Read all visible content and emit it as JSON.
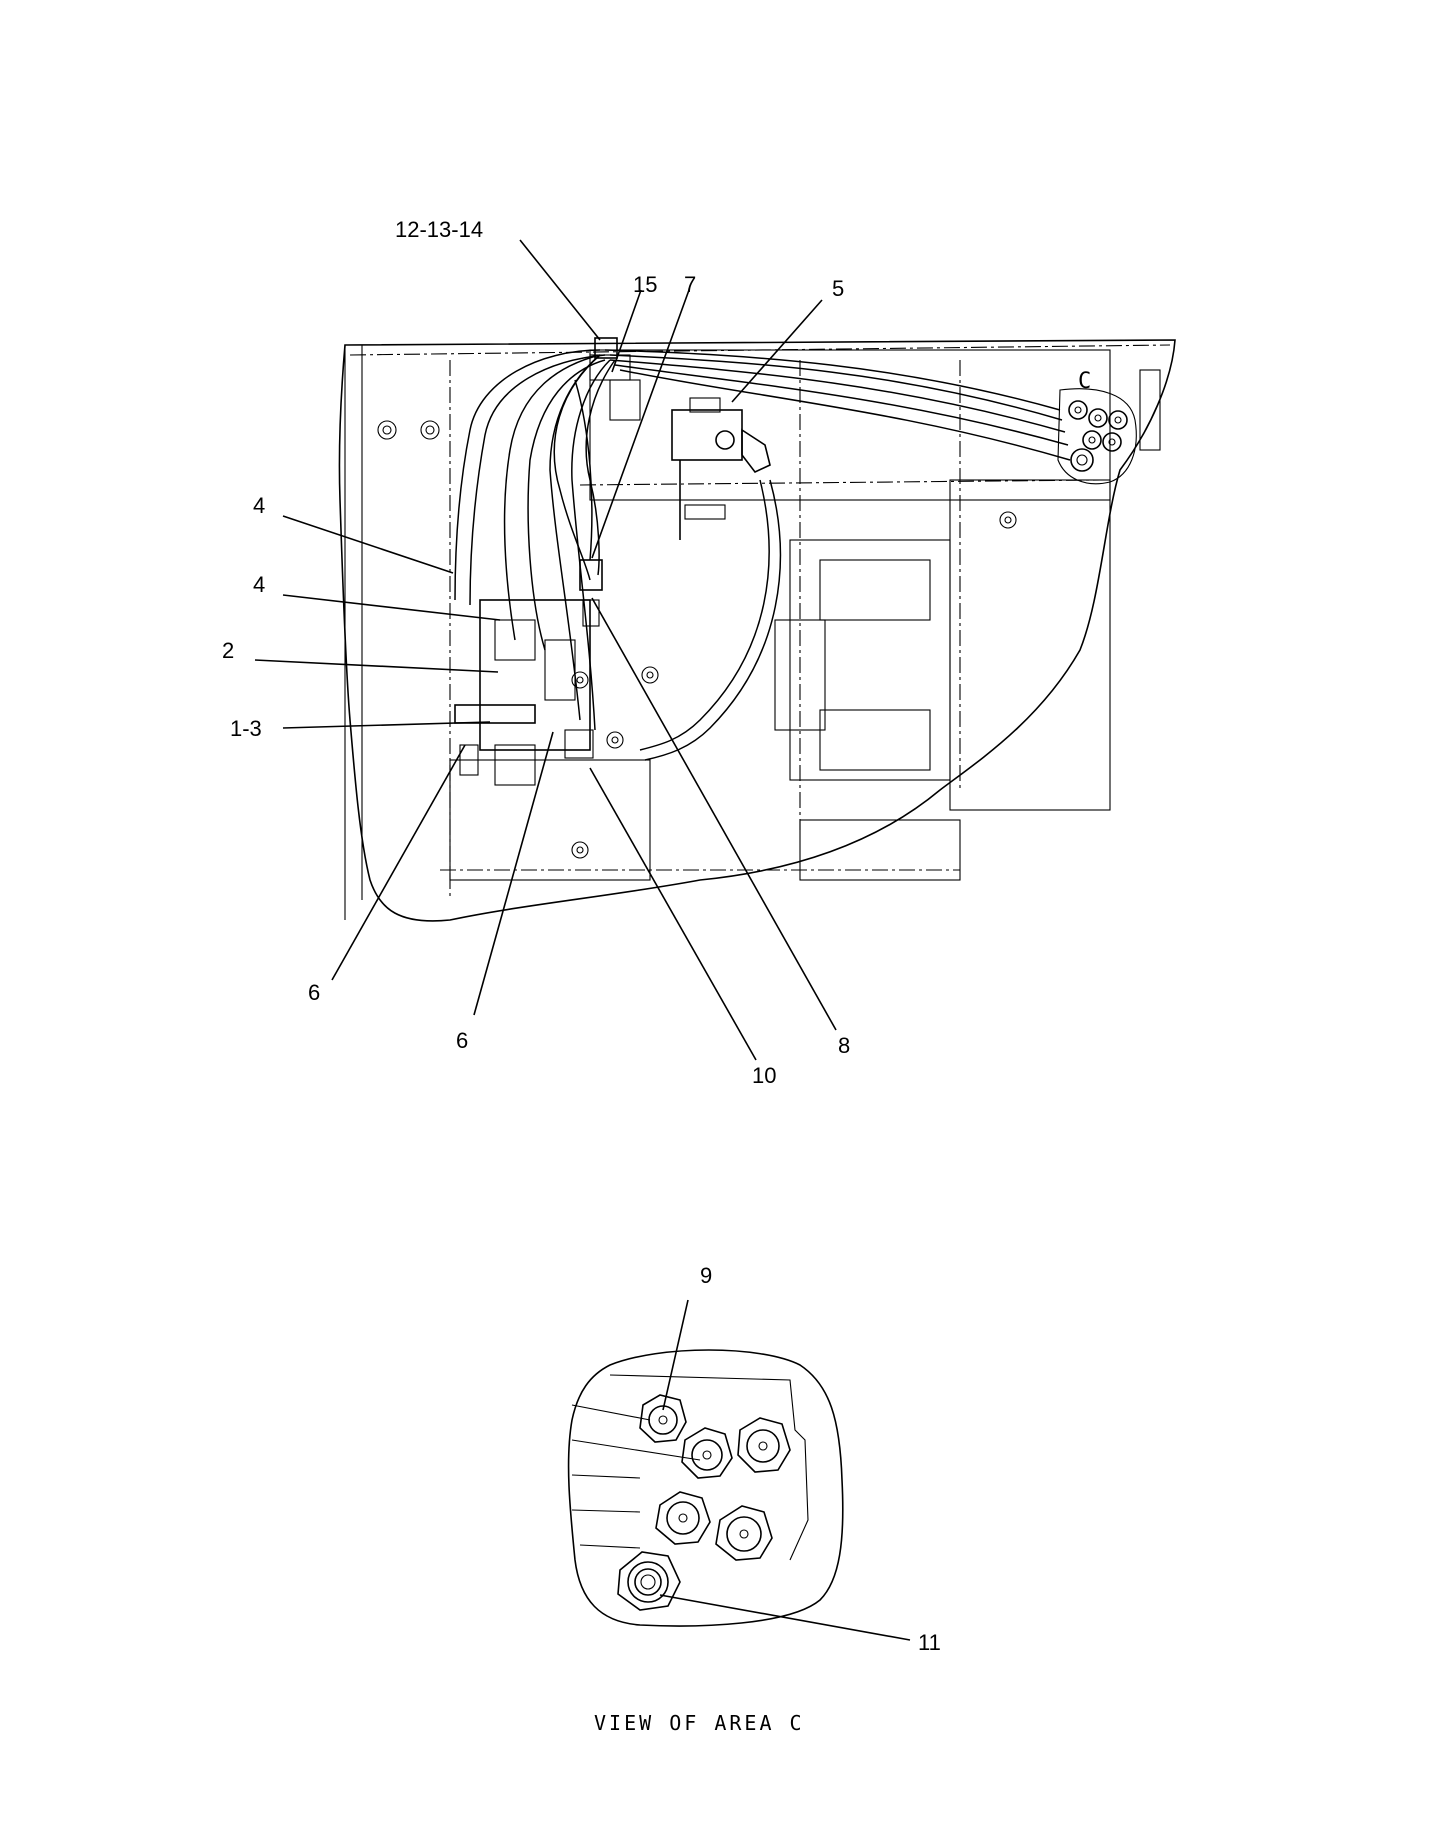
{
  "main_view": {
    "area_letter": "C",
    "callouts": [
      {
        "id": "c-12-13-14",
        "label": "12-13-14"
      },
      {
        "id": "c-15",
        "label": "15"
      },
      {
        "id": "c-7",
        "label": "7"
      },
      {
        "id": "c-5",
        "label": "5"
      },
      {
        "id": "c-4a",
        "label": "4"
      },
      {
        "id": "c-4b",
        "label": "4"
      },
      {
        "id": "c-2",
        "label": "2"
      },
      {
        "id": "c-1-3",
        "label": "1-3"
      },
      {
        "id": "c-6a",
        "label": "6"
      },
      {
        "id": "c-6b",
        "label": "6"
      },
      {
        "id": "c-10",
        "label": "10"
      },
      {
        "id": "c-8",
        "label": "8"
      }
    ]
  },
  "detail_view": {
    "callouts": [
      {
        "id": "d-9",
        "label": "9"
      },
      {
        "id": "d-11",
        "label": "11"
      }
    ],
    "caption": "VIEW OF AREA C"
  }
}
